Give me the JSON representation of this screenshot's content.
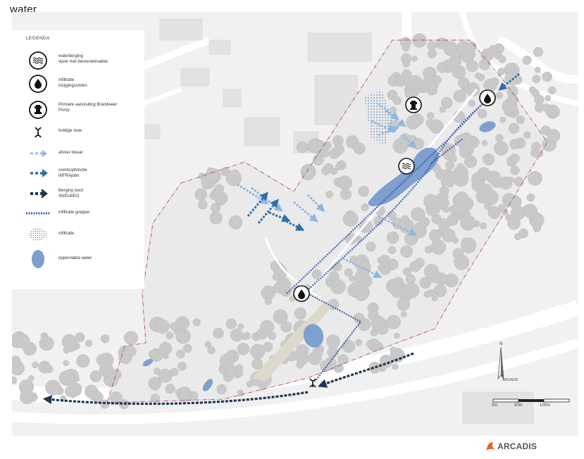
{
  "page": {
    "title": "water"
  },
  "legend": {
    "title": "LEGENDA",
    "items": [
      {
        "id": "waterberging",
        "icon": "waves-icon",
        "label_lines": [
          "waterberging",
          "vijver met bentonietmatten"
        ]
      },
      {
        "id": "infiltratie-sloten",
        "icon": "water-drop-icon",
        "label_lines": [
          "infiltratie",
          "inzijgingssloten"
        ]
      },
      {
        "id": "brandweer",
        "icon": "fire-hydrant-icon",
        "label_lines": [
          "Primaire aansluiting Brandweer",
          "Pomp"
        ]
      },
      {
        "id": "stuw",
        "icon": "weir-icon",
        "label_lines": [
          "huidige stuw"
        ]
      },
      {
        "id": "afvoer",
        "icon": "dashed-arrow-light-icon",
        "label_lines": [
          "afvoer lokaal"
        ]
      },
      {
        "id": "overloop",
        "icon": "dashed-arrow-medium-icon",
        "label_lines": [
          "overloopfunctie",
          "INFRAplan"
        ]
      },
      {
        "id": "berging-sloot",
        "icon": "dashed-arrow-dark-icon",
        "label_lines": [
          "Berging sloot",
          "SNELWEG"
        ]
      },
      {
        "id": "greppel",
        "icon": "dotted-line-icon",
        "label_lines": [
          "infiltratie greppel"
        ]
      },
      {
        "id": "infiltratie",
        "icon": "dot-pattern-icon",
        "label_lines": [
          "infiltratie"
        ]
      },
      {
        "id": "oppervlakte",
        "icon": "water-ellipse-icon",
        "label_lines": [
          "oppervlakte water"
        ]
      }
    ]
  },
  "north_arrow": {
    "letter": "N",
    "brand": "ARCADIS"
  },
  "scale": {
    "labels": [
      "0m",
      "50m",
      "100m"
    ]
  },
  "branding": {
    "name": "ARCADIS"
  },
  "colors": {
    "background": "#f1f1f1",
    "tree": "#c9c9c9",
    "boundary": "#b2466e",
    "water": "#7f9fce",
    "arrow_light": "#8fb7de",
    "arrow_medium": "#2f6fa8",
    "arrow_dark": "#1f3551",
    "logo_orange": "#e8641e"
  }
}
